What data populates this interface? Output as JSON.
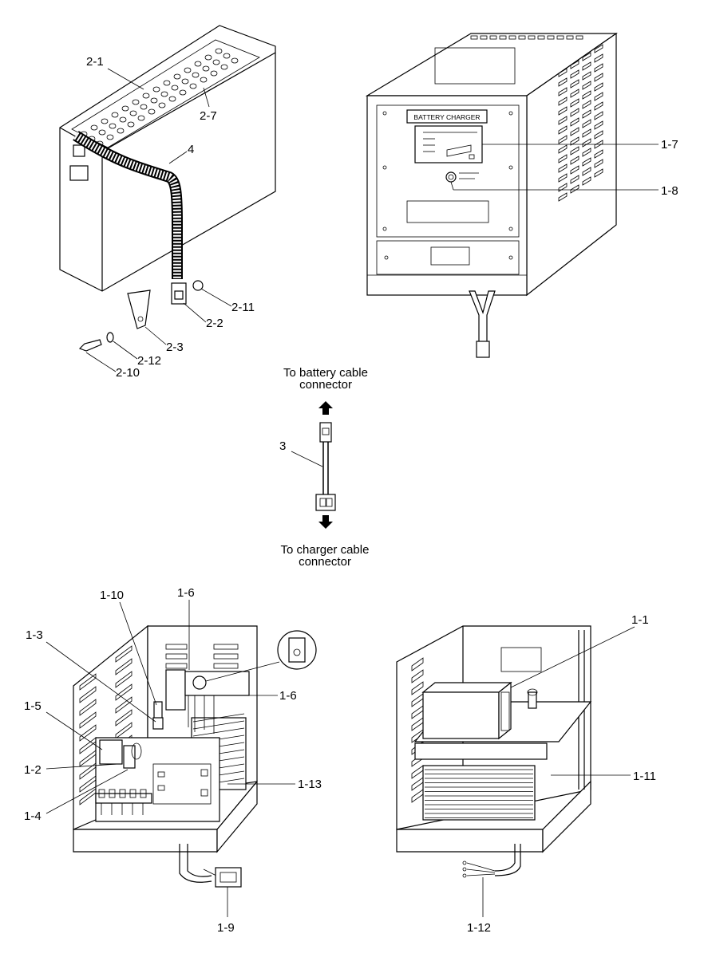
{
  "diagram": {
    "battery_labels": [
      "2-1",
      "2-7",
      "4",
      "2-11",
      "2-2",
      "2-3",
      "2-12",
      "2-10"
    ],
    "charger_front": {
      "panel_title": "BATTERY CHARGER",
      "callouts": [
        "1-7",
        "1-8"
      ]
    },
    "cable": {
      "label": "3",
      "top_caption_line1": "To battery cable",
      "top_caption_line2": "connector",
      "bottom_caption_line1": "To charger cable",
      "bottom_caption_line2": "connector"
    },
    "interior_left_labels": [
      "1-10",
      "1-6",
      "1-3",
      "1-6",
      "1-5",
      "1-2",
      "1-13",
      "1-4",
      "1-9"
    ],
    "interior_right_labels": [
      "1-1",
      "1-11",
      "1-12"
    ]
  }
}
